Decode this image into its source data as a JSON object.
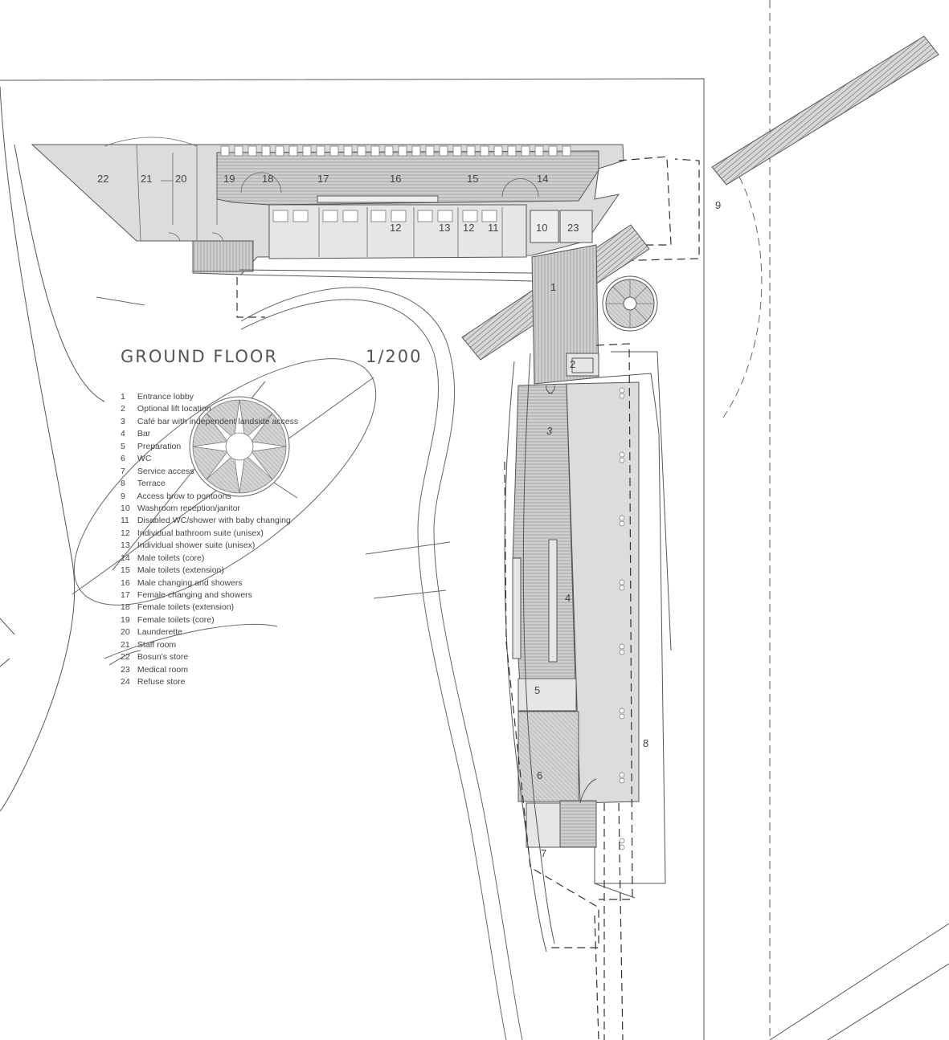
{
  "drawing": {
    "title": "GROUND FLOOR",
    "scale": "1/200"
  },
  "legend": [
    {
      "num": "1",
      "label": "Entrance lobby"
    },
    {
      "num": "2",
      "label": "Optional lift location"
    },
    {
      "num": "3",
      "label": "Café bar with independent landside access"
    },
    {
      "num": "4",
      "label": "Bar"
    },
    {
      "num": "5",
      "label": "Preparation"
    },
    {
      "num": "6",
      "label": "WC"
    },
    {
      "num": "7",
      "label": "Service access"
    },
    {
      "num": "8",
      "label": "Terrace"
    },
    {
      "num": "9",
      "label": "Access brow to pontoons"
    },
    {
      "num": "10",
      "label": "Washroom reception/janitor"
    },
    {
      "num": "11",
      "label": "Disabled WC/shower with baby changing"
    },
    {
      "num": "12",
      "label": "Individual bathroom suite (unisex)"
    },
    {
      "num": "13",
      "label": "Individual shower suite (unisex)"
    },
    {
      "num": "14",
      "label": "Male toilets (core)"
    },
    {
      "num": "15",
      "label": "Male toilets (extension)"
    },
    {
      "num": "16",
      "label": "Male changing and showers"
    },
    {
      "num": "17",
      "label": "Female changing and showers"
    },
    {
      "num": "18",
      "label": "Female toilets (extension)"
    },
    {
      "num": "19",
      "label": "Female toilets (core)"
    },
    {
      "num": "20",
      "label": "Launderette"
    },
    {
      "num": "21",
      "label": "Staff room"
    },
    {
      "num": "22",
      "label": "Bosun's store"
    },
    {
      "num": "23",
      "label": "Medical room"
    },
    {
      "num": "24",
      "label": "Refuse store"
    }
  ],
  "room_labels": {
    "r1": "1",
    "r2": "2",
    "r3": "3",
    "r4": "4",
    "r5": "5",
    "r6": "6",
    "r7": "7",
    "r8": "8",
    "r9": "9",
    "r10": "10",
    "r11": "11",
    "r12a": "12",
    "r12b": "12",
    "r13": "13",
    "r14": "14",
    "r15": "15",
    "r16": "16",
    "r17": "17",
    "r18": "18",
    "r19": "19",
    "r20": "20",
    "r21": "21",
    "r22": "22",
    "r23": "23"
  },
  "colors": {
    "line": "#555555",
    "light_fill": "#dcdcdc",
    "hatch_fill": "#bdbdbd",
    "mid_fill": "#cfcfcf"
  }
}
